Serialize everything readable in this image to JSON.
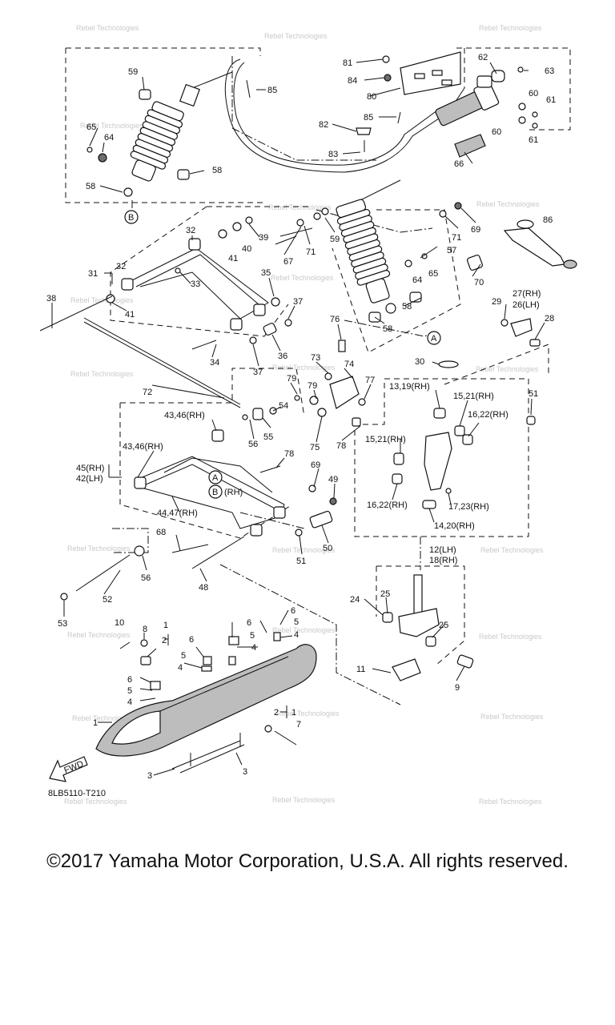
{
  "watermark": "Rebel Technologies",
  "diagram_code": "8LB5110-T210",
  "fwd_label": "FWD",
  "copyright": "©2017 Yamaha Motor Corporation, U.S.A. All rights reserved.",
  "callouts": {
    "A": "A",
    "B": "B",
    "B_rh": "(RH)"
  },
  "labels": [
    {
      "id": "p59a",
      "text": "59"
    },
    {
      "id": "p85a",
      "text": "85"
    },
    {
      "id": "p65a",
      "text": "65"
    },
    {
      "id": "p64a",
      "text": "64"
    },
    {
      "id": "p58a",
      "text": "58"
    },
    {
      "id": "p58b",
      "text": "58"
    },
    {
      "id": "p81",
      "text": "81"
    },
    {
      "id": "p84",
      "text": "84"
    },
    {
      "id": "p80",
      "text": "80"
    },
    {
      "id": "p62",
      "text": "62"
    },
    {
      "id": "p63",
      "text": "63"
    },
    {
      "id": "p60a",
      "text": "60"
    },
    {
      "id": "p61a",
      "text": "61"
    },
    {
      "id": "p60b",
      "text": "60"
    },
    {
      "id": "p61b",
      "text": "61"
    },
    {
      "id": "p85b",
      "text": "85"
    },
    {
      "id": "p82",
      "text": "82"
    },
    {
      "id": "p83",
      "text": "83"
    },
    {
      "id": "p66",
      "text": "66"
    },
    {
      "id": "p32a",
      "text": "32"
    },
    {
      "id": "p39",
      "text": "39"
    },
    {
      "id": "p40",
      "text": "40"
    },
    {
      "id": "p41a",
      "text": "41"
    },
    {
      "id": "p67",
      "text": "67"
    },
    {
      "id": "p71a",
      "text": "71"
    },
    {
      "id": "p59b",
      "text": "59"
    },
    {
      "id": "p71b",
      "text": "71"
    },
    {
      "id": "p69a",
      "text": "69"
    },
    {
      "id": "p86",
      "text": "86"
    },
    {
      "id": "p57",
      "text": "57"
    },
    {
      "id": "p31",
      "text": "31"
    },
    {
      "id": "p32b",
      "text": "32"
    },
    {
      "id": "p33",
      "text": "33"
    },
    {
      "id": "p35",
      "text": "35"
    },
    {
      "id": "p64b",
      "text": "64"
    },
    {
      "id": "p65b",
      "text": "65"
    },
    {
      "id": "p70",
      "text": "70"
    },
    {
      "id": "p38",
      "text": "38"
    },
    {
      "id": "p41b",
      "text": "41"
    },
    {
      "id": "p37a",
      "text": "37"
    },
    {
      "id": "p58c",
      "text": "58"
    },
    {
      "id": "p58d",
      "text": "58"
    },
    {
      "id": "p27",
      "text": "27(RH)"
    },
    {
      "id": "p26",
      "text": "26(LH)"
    },
    {
      "id": "p29",
      "text": "29"
    },
    {
      "id": "p28",
      "text": "28"
    },
    {
      "id": "p76",
      "text": "76"
    },
    {
      "id": "p34",
      "text": "34"
    },
    {
      "id": "p37b",
      "text": "37"
    },
    {
      "id": "p36",
      "text": "36"
    },
    {
      "id": "p73",
      "text": "73"
    },
    {
      "id": "p74",
      "text": "74"
    },
    {
      "id": "p30",
      "text": "30"
    },
    {
      "id": "p72",
      "text": "72"
    },
    {
      "id": "p79a",
      "text": "79"
    },
    {
      "id": "p79b",
      "text": "79"
    },
    {
      "id": "p77",
      "text": "77"
    },
    {
      "id": "p13",
      "text": "13,19(RH)"
    },
    {
      "id": "p15a",
      "text": "15,21(RH)"
    },
    {
      "id": "p51a",
      "text": "51"
    },
    {
      "id": "p43a",
      "text": "43,46(RH)"
    },
    {
      "id": "p54",
      "text": "54"
    },
    {
      "id": "p55",
      "text": "55"
    },
    {
      "id": "p56a",
      "text": "56"
    },
    {
      "id": "p75",
      "text": "75"
    },
    {
      "id": "p78a",
      "text": "78"
    },
    {
      "id": "p16a",
      "text": "16,22(RH)"
    },
    {
      "id": "p15b",
      "text": "15,21(RH)"
    },
    {
      "id": "p43b",
      "text": "43,46(RH)"
    },
    {
      "id": "p78b",
      "text": "78"
    },
    {
      "id": "p45",
      "text": "45(RH)"
    },
    {
      "id": "p42",
      "text": "42(LH)"
    },
    {
      "id": "p69b",
      "text": "69"
    },
    {
      "id": "p49",
      "text": "49"
    },
    {
      "id": "p16b",
      "text": "16,22(RH)"
    },
    {
      "id": "p17",
      "text": "17,23(RH)"
    },
    {
      "id": "p44",
      "text": "44,47(RH)"
    },
    {
      "id": "p14",
      "text": "14,20(RH)"
    },
    {
      "id": "p68",
      "text": "68"
    },
    {
      "id": "p51b",
      "text": "51"
    },
    {
      "id": "p50",
      "text": "50"
    },
    {
      "id": "p12",
      "text": "12(LH)"
    },
    {
      "id": "p18",
      "text": "18(RH)"
    },
    {
      "id": "p56b",
      "text": "56"
    },
    {
      "id": "p48",
      "text": "48"
    },
    {
      "id": "p24",
      "text": "24"
    },
    {
      "id": "p25a",
      "text": "25"
    },
    {
      "id": "p52",
      "text": "52"
    },
    {
      "id": "p53",
      "text": "53"
    },
    {
      "id": "p6a",
      "text": "6"
    },
    {
      "id": "p5a",
      "text": "5"
    },
    {
      "id": "p4a",
      "text": "4"
    },
    {
      "id": "p25b",
      "text": "25"
    },
    {
      "id": "p10",
      "text": "10"
    },
    {
      "id": "p8",
      "text": "8"
    },
    {
      "id": "p1a",
      "text": "1"
    },
    {
      "id": "p2a",
      "text": "2"
    },
    {
      "id": "p6b",
      "text": "6"
    },
    {
      "id": "p5b",
      "text": "5"
    },
    {
      "id": "p4b",
      "text": "4"
    },
    {
      "id": "p6c",
      "text": "6"
    },
    {
      "id": "p5c",
      "text": "5"
    },
    {
      "id": "p4c",
      "text": "4"
    },
    {
      "id": "p11",
      "text": "11"
    },
    {
      "id": "p9",
      "text": "9"
    },
    {
      "id": "p6d",
      "text": "6"
    },
    {
      "id": "p5d",
      "text": "5"
    },
    {
      "id": "p4d",
      "text": "4"
    },
    {
      "id": "p1b",
      "text": "1"
    },
    {
      "id": "p2b",
      "text": "2"
    },
    {
      "id": "p1c",
      "text": "1"
    },
    {
      "id": "p7",
      "text": "7"
    },
    {
      "id": "p3a",
      "text": "3"
    },
    {
      "id": "p3b",
      "text": "3"
    }
  ]
}
